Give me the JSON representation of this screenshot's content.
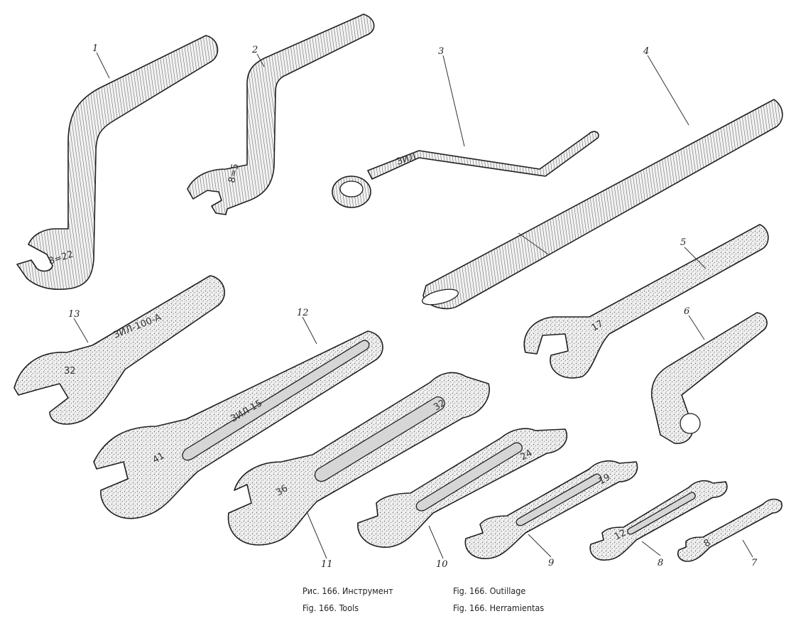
{
  "figure": {
    "captions": [
      "Рис. 166. Инструмент",
      "Fig. 166. Outillage",
      "Fig. 166. Tools",
      "Fig. 166. Herramientas"
    ],
    "callouts": [
      "1",
      "2",
      "3",
      "4",
      "5",
      "6",
      "7",
      "8",
      "9",
      "10",
      "11",
      "12",
      "13"
    ],
    "stampings": {
      "tool1": "8=22",
      "tool2": "8=5",
      "tool3": "ЗИЛ",
      "tool5": "17",
      "tool7": "8",
      "tool8": "12",
      "tool9": "19",
      "tool10": "24",
      "tool11_top": "32",
      "tool11_bottom": "36",
      "tool12": "ЗИЛ 15",
      "tool12_head": "41",
      "tool13": "ЗИЛ-100-А",
      "tool13_head": "32"
    }
  }
}
